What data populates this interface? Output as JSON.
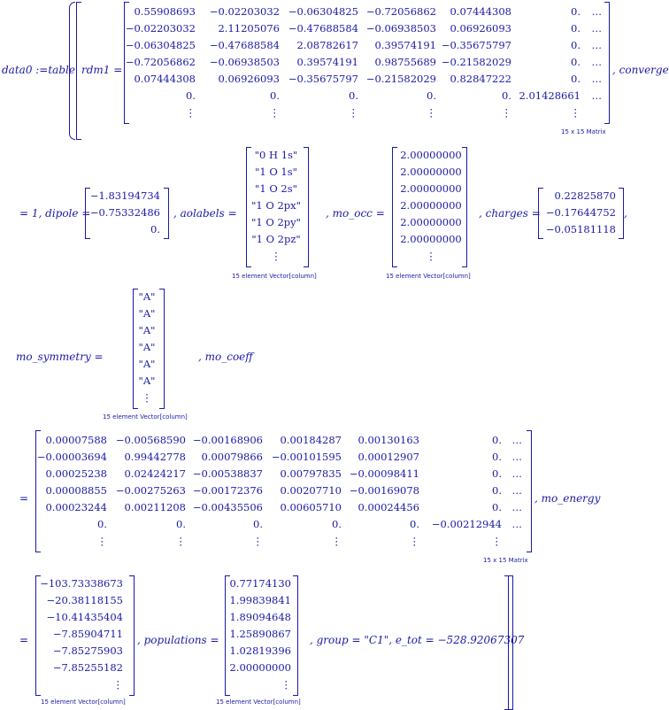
{
  "prefix": "data0 :=table",
  "rdm1_label": "rdm1 =",
  "rdm1_rows": [
    [
      "0.55908693",
      "−0.02203032",
      "−0.06304825",
      "−0.72056862",
      "0.07444308",
      "0.",
      "…"
    ],
    [
      "−0.02203032",
      "2.11205076",
      "−0.47688584",
      "−0.06938503",
      "0.06926093",
      "0.",
      "…"
    ],
    [
      "−0.06304825",
      "−0.47688584",
      "2.08782617",
      "0.39574191",
      "−0.35675797",
      "0.",
      "…"
    ],
    [
      "−0.72056862",
      "−0.06938503",
      "0.39574191",
      "0.98755689",
      "−0.21582029",
      "0.",
      "…"
    ],
    [
      "0.07444308",
      "0.06926093",
      "−0.35675797",
      "−0.21582029",
      "0.82847222",
      "0.",
      "…"
    ],
    [
      "0.",
      "0.",
      "0.",
      "0.",
      "0.",
      "2.01428661",
      "…"
    ],
    [
      "⋮",
      "⋮",
      "⋮",
      "⋮",
      "⋮",
      "⋮",
      ""
    ]
  ],
  "rdm1_caption": "15 x 15 Matrix",
  "converged_label": ", converged",
  "line2": {
    "eq1": "= 1, dipole =",
    "dipole": [
      "−1.83194734",
      "−0.75332486",
      "0."
    ],
    "aolabels_label": ", aolabels =",
    "aolabels": [
      "\"0 H 1s\"",
      "\"1 O 1s\"",
      "\"1 O 2s\"",
      "\"1 O 2px\"",
      "\"1 O 2py\"",
      "\"1 O 2pz\"",
      "⋮"
    ],
    "aolabels_caption": "15 element Vector[column]",
    "mo_occ_label": ", mo_occ =",
    "mo_occ": [
      "2.00000000",
      "2.00000000",
      "2.00000000",
      "2.00000000",
      "2.00000000",
      "2.00000000",
      "⋮"
    ],
    "mo_occ_caption": "15 element Vector[column]",
    "charges_label": ", charges =",
    "charges": [
      "0.22825870",
      "−0.17644752",
      "−0.05181118"
    ],
    "trail": ","
  },
  "line3": {
    "label": "mo_symmetry =",
    "values": [
      "\"A\"",
      "\"A\"",
      "\"A\"",
      "\"A\"",
      "\"A\"",
      "\"A\"",
      "⋮"
    ],
    "caption": "15 element Vector[column]",
    "coeff_label": ", mo_coeff"
  },
  "line4": {
    "eq": "=",
    "rows": [
      [
        "0.00007588",
        "−0.00568590",
        "−0.00168906",
        "0.00184287",
        "0.00130163",
        "0.",
        "…"
      ],
      [
        "−0.00003694",
        "0.99442778",
        "0.00079866",
        "−0.00101595",
        "0.00012907",
        "0.",
        "…"
      ],
      [
        "0.00025238",
        "0.02424217",
        "−0.00538837",
        "0.00797835",
        "−0.00098411",
        "0.",
        "…"
      ],
      [
        "0.00008855",
        "−0.00275263",
        "−0.00172376",
        "0.00207710",
        "−0.00169078",
        "0.",
        "…"
      ],
      [
        "0.00023244",
        "0.00211208",
        "−0.00435506",
        "0.00605710",
        "0.00024456",
        "0.",
        "…"
      ],
      [
        "0.",
        "0.",
        "0.",
        "0.",
        "0.",
        "−0.00212944",
        "…"
      ],
      [
        "⋮",
        "⋮",
        "⋮",
        "⋮",
        "⋮",
        "⋮",
        ""
      ]
    ],
    "caption": "15 x 15 Matrix",
    "energy_label": ", mo_energy"
  },
  "line5": {
    "eq": "=",
    "energy": [
      "−103.73338673",
      "−20.38118155",
      "−10.41435404",
      "−7.85904711",
      "−7.85275903",
      "−7.85255182",
      "⋮"
    ],
    "energy_caption": "15 element Vector[column]",
    "populations_label": ", populations =",
    "populations": [
      "0.77174130",
      "1.99839841",
      "1.89094648",
      "1.25890867",
      "1.02819396",
      "2.00000000",
      "⋮"
    ],
    "populations_caption": "15 element Vector[column]",
    "tail": ", group = \"C1\", e_tot = −528.92067307"
  }
}
